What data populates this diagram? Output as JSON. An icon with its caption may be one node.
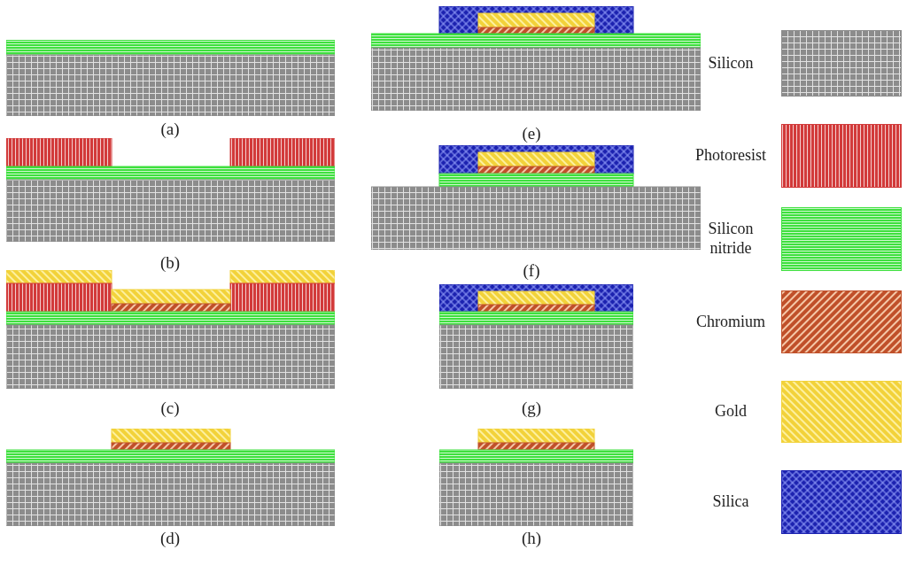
{
  "diagram": {
    "labels": [
      "(a)",
      "(b)",
      "(c)",
      "(d)",
      "(e)",
      "(f)",
      "(g)",
      "(h)"
    ],
    "legend": [
      {
        "text": "Silicon",
        "color": "#8c8c8c"
      },
      {
        "text": "Photoresist",
        "color": "#d23a3a"
      },
      {
        "text": "Silicon nitride",
        "color": "#3ee03e"
      },
      {
        "text": "Chromium",
        "color": "#c0502a"
      },
      {
        "text": "Gold",
        "color": "#f2d23a"
      },
      {
        "text": "Silica",
        "color": "#1c22b0"
      }
    ]
  }
}
